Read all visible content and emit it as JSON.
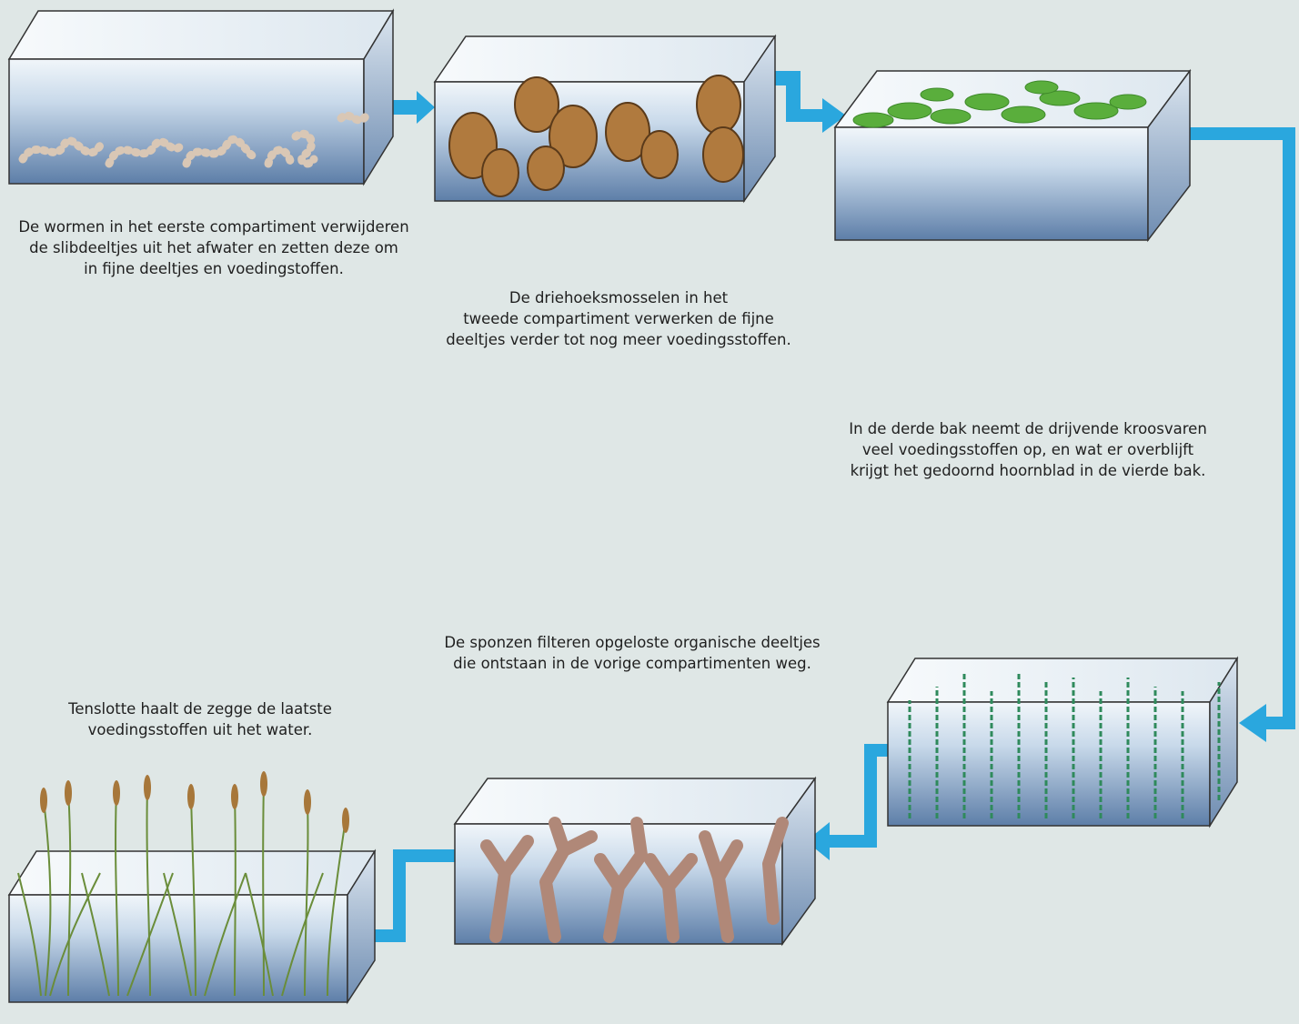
{
  "captions": {
    "worms": "De wormen in het eerste compartiment verwijderen\nde slibdeeltjes uit het afwater en zetten deze om\nin fijne deeltjes en voedingstoffen.",
    "mussels": "De driehoeksmosselen in het\ntweede compartiment verwerken de fijne\ndeeltjes verder tot nog meer voedingsstoffen.",
    "fern": "In de derde bak neemt de drijvende kroosvaren\nveel voedingsstoffen op, en wat er overblijft\nkrijgt het gedoornd hoornblad in de vierde bak.",
    "sponges": "De sponzen filteren opgeloste organische deeltjes\ndie ontstaan in de vorige compartimenten weg.",
    "sedge": "Tenslotte haalt de zegge de laatste\nvoedingsstoffen uit het water."
  },
  "colors": {
    "background": "#dfe7e6",
    "flow_arrow": "#2aa7de",
    "water_top": "#e9f1f6",
    "water_bottom": "#5f7ea6",
    "tank_side": "#8fa6c4",
    "worms": "#d9c7b5",
    "mussels": "#b07a3e",
    "fern": "#5aae3c",
    "hornwort": "#2f8a5c",
    "sponges": "#b08878",
    "sedge": "#6a8d3a"
  },
  "tanks": [
    {
      "id": "tank-1",
      "content_icon": "worm-icon"
    },
    {
      "id": "tank-2",
      "content_icon": "mussel-icon"
    },
    {
      "id": "tank-3",
      "content_icon": "water-fern-icon"
    },
    {
      "id": "tank-4",
      "content_icon": "hornwort-icon"
    },
    {
      "id": "tank-5",
      "content_icon": "sponge-icon"
    },
    {
      "id": "tank-6",
      "content_icon": "sedge-icon"
    }
  ]
}
